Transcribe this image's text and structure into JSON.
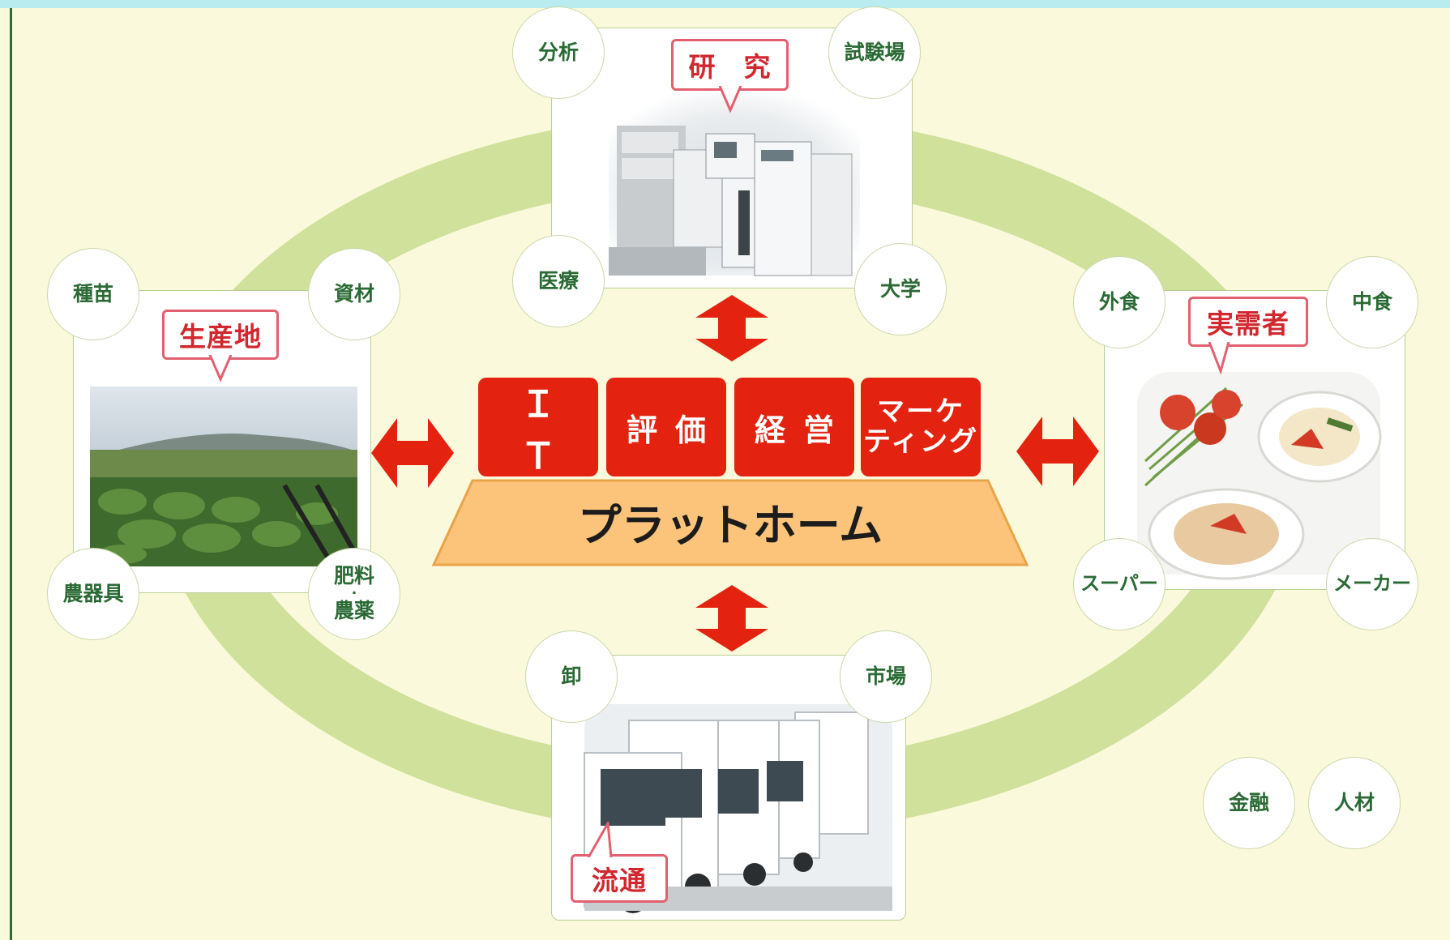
{
  "colors": {
    "background": "#fbf9dc",
    "ring": "#cfe19a",
    "accent_red": "#e3230f",
    "platform_orange": "#fcc37a",
    "circle_text": "#2a6a34",
    "bubble_text": "#d2272e"
  },
  "center": {
    "boxes": [
      {
        "label": "ＩＴ"
      },
      {
        "label": "評価"
      },
      {
        "label": "経営"
      },
      {
        "label_lines": [
          "マーケ",
          "ティング"
        ]
      }
    ],
    "platform": "プラットホーム"
  },
  "research": {
    "bubble": "研　究",
    "image_icon": "lab-equipment-photo",
    "circles": [
      "分析",
      "試験場",
      "医療",
      "大学"
    ]
  },
  "production": {
    "bubble": "生産地",
    "image_icon": "cabbage-field-photo",
    "circles": [
      "種苗",
      "資材",
      "農器具"
    ],
    "fertilizer": {
      "line1": "肥料",
      "dot": "・",
      "line2": "農薬"
    }
  },
  "consumer": {
    "bubble": "実需者",
    "image_icon": "food-dishes-photo",
    "circles": [
      "外食",
      "中食",
      "スーパー",
      "メーカー"
    ]
  },
  "distribution": {
    "bubble": "流通",
    "image_icon": "delivery-trucks-photo",
    "circles": [
      "卸",
      "市場"
    ]
  },
  "extra": {
    "circles": [
      "金融",
      "人材"
    ]
  }
}
